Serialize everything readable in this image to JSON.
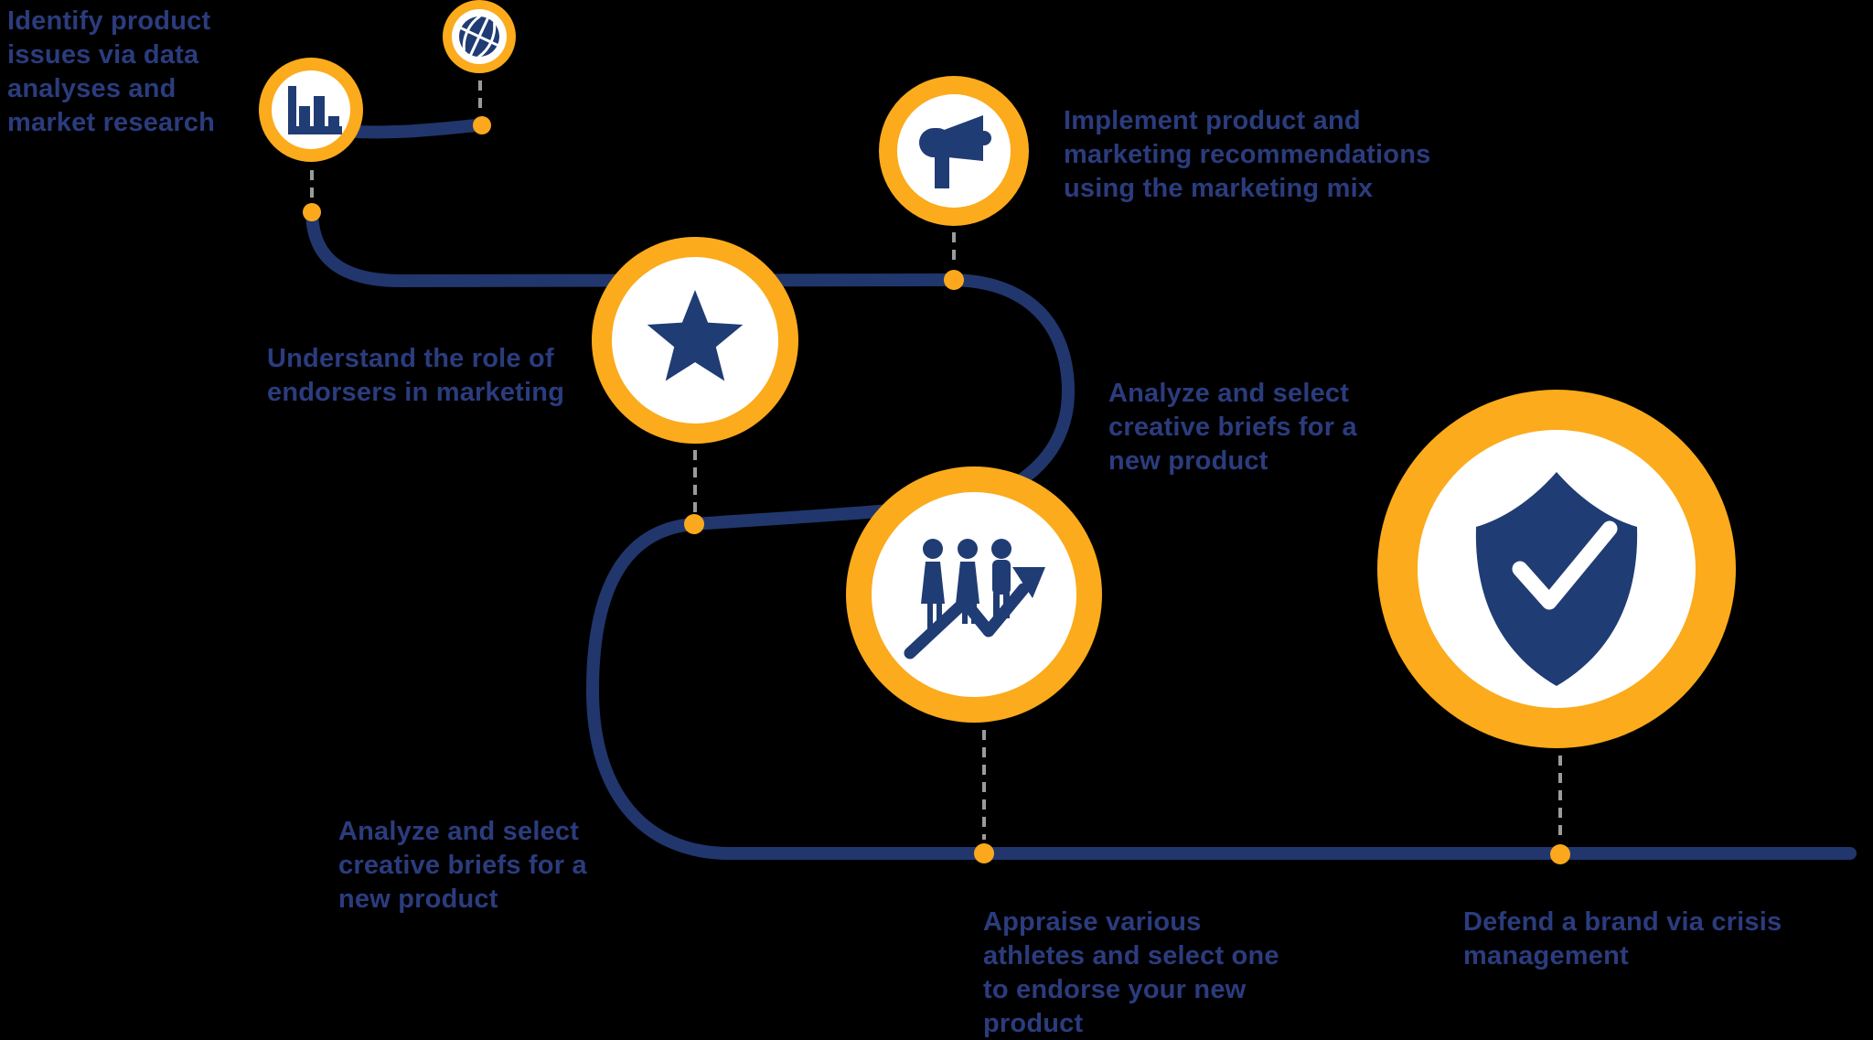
{
  "colors": {
    "background": "#000000",
    "line": "#21366c",
    "text": "#2b3c7e",
    "icon": "#203c74",
    "ring": "#fbab1b",
    "dot": "#fba81c",
    "dash": "#9b9b9b",
    "node_inner": "#ffffff"
  },
  "icons": [
    "bar-chart-icon",
    "basketball-icon",
    "megaphone-icon",
    "star-icon",
    "team-growth-icon",
    "shield-check-icon"
  ],
  "labels": {
    "identify": {
      "text": "Identify product\nissues via data\nanalyses and\nmarket research"
    },
    "implement": {
      "text": "Implement product and\nmarketing recommendations\nusing the marketing mix"
    },
    "understand": {
      "text": "Understand the role of\nendorsers in marketing"
    },
    "analyze_right": {
      "text": "Analyze and select\ncreative briefs for a\nnew product"
    },
    "analyze_bottom": {
      "text": "Analyze and select\ncreative briefs for a\nnew product"
    },
    "appraise": {
      "text": "Appraise various\nathletes and select one\nto endorse your new\nproduct"
    },
    "defend": {
      "text": "Defend a brand via crisis\nmanagement"
    }
  }
}
